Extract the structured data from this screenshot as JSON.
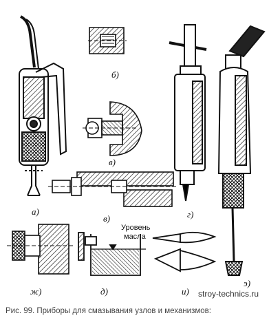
{
  "labels": {
    "a": "а)",
    "b": "б)",
    "v1": "в)",
    "v2": "в)",
    "g": "г)",
    "zh": "ж)",
    "d": "д)",
    "i": "и)",
    "e": "э)"
  },
  "oil_level": {
    "line1": "Уровень",
    "line2": "масла"
  },
  "watermark": "stroy-technics.ru",
  "caption": "Рис. 99. Приборы для смазывания узлов и механизмов:"
}
